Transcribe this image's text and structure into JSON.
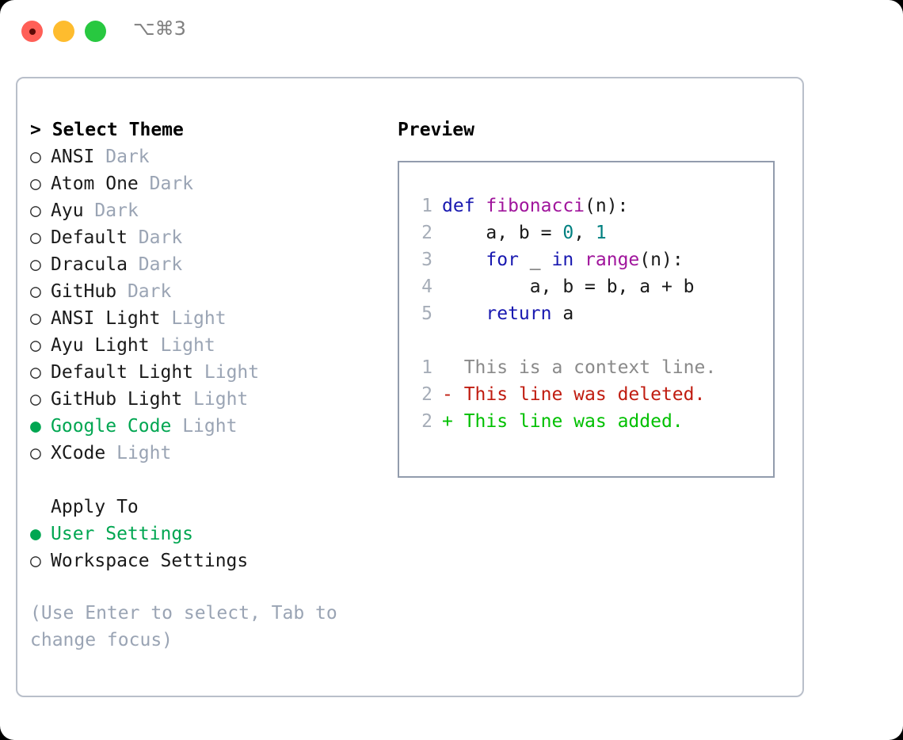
{
  "window": {
    "shortcut": "⌥⌘3",
    "traffic_lights": [
      {
        "name": "close-button",
        "color": "#ff5f57"
      },
      {
        "name": "minimize-button",
        "color": "#febc2e"
      },
      {
        "name": "maximize-button",
        "color": "#28c840"
      }
    ]
  },
  "theme_panel": {
    "heading": "> Select Theme",
    "bullet_unselected": "○",
    "bullet_selected": "●",
    "items": [
      {
        "bullet": "○",
        "name": "ANSI",
        "tag": "Dark",
        "selected": false
      },
      {
        "bullet": "○",
        "name": "Atom One",
        "tag": "Dark",
        "selected": false
      },
      {
        "bullet": "○",
        "name": "Ayu",
        "tag": "Dark",
        "selected": false
      },
      {
        "bullet": "○",
        "name": "Default",
        "tag": "Dark",
        "selected": false
      },
      {
        "bullet": "○",
        "name": "Dracula",
        "tag": "Dark",
        "selected": false
      },
      {
        "bullet": "○",
        "name": "GitHub",
        "tag": "Dark",
        "selected": false
      },
      {
        "bullet": "○",
        "name": "ANSI Light",
        "tag": "Light",
        "selected": false
      },
      {
        "bullet": "○",
        "name": "Ayu Light",
        "tag": "Light",
        "selected": false
      },
      {
        "bullet": "○",
        "name": "Default Light",
        "tag": "Light",
        "selected": false
      },
      {
        "bullet": "○",
        "name": "GitHub Light",
        "tag": "Light",
        "selected": false
      },
      {
        "bullet": "●",
        "name": "Google Code",
        "tag": "Light",
        "selected": true
      },
      {
        "bullet": "○",
        "name": "XCode",
        "tag": "Light",
        "selected": false
      }
    ]
  },
  "apply_to": {
    "heading": "Apply To",
    "options": [
      {
        "bullet": "●",
        "label": "User Settings",
        "selected": true
      },
      {
        "bullet": "○",
        "label": "Workspace Settings",
        "selected": false
      }
    ]
  },
  "hint": "(Use Enter to select, Tab to change focus)",
  "preview": {
    "heading": "Preview",
    "code_lines": [
      {
        "ln": "1",
        "tokens": [
          {
            "t": "def ",
            "c": "kw"
          },
          {
            "t": "fibonacci",
            "c": "fn"
          },
          {
            "t": "(n):",
            "c": "pl"
          }
        ]
      },
      {
        "ln": "2",
        "tokens": [
          {
            "t": "    a, b = ",
            "c": "pl"
          },
          {
            "t": "0",
            "c": "num"
          },
          {
            "t": ", ",
            "c": "pl"
          },
          {
            "t": "1",
            "c": "num"
          }
        ]
      },
      {
        "ln": "3",
        "tokens": [
          {
            "t": "    ",
            "c": "pl"
          },
          {
            "t": "for",
            "c": "kw"
          },
          {
            "t": " _ ",
            "c": "pl"
          },
          {
            "t": "in",
            "c": "kw"
          },
          {
            "t": " ",
            "c": "pl"
          },
          {
            "t": "range",
            "c": "fn"
          },
          {
            "t": "(n):",
            "c": "pl"
          }
        ]
      },
      {
        "ln": "4",
        "tokens": [
          {
            "t": "        a, b = b, a + b",
            "c": "pl"
          }
        ]
      },
      {
        "ln": "5",
        "tokens": [
          {
            "t": "    ",
            "c": "pl"
          },
          {
            "t": "return",
            "c": "kw"
          },
          {
            "t": " a",
            "c": "pl"
          }
        ]
      }
    ],
    "diff_lines": [
      {
        "ln": "1",
        "marker": "  ",
        "text": "This is a context line.",
        "kind": "diff-ctx"
      },
      {
        "ln": "2",
        "marker": "- ",
        "text": "This line was deleted.",
        "kind": "diff-del"
      },
      {
        "ln": "2",
        "marker": "+ ",
        "text": "This line was added.",
        "kind": "diff-add"
      }
    ]
  },
  "colors": {
    "accent_green": "#00a651",
    "tag_gray": "#9aa4b4",
    "border": "#b9bfca",
    "preview_border": "#929cad",
    "keyword": "#1818b0",
    "function": "#a0159c",
    "number": "#008080",
    "diff_added": "#00c000",
    "diff_deleted": "#c01c10",
    "diff_context": "#8a8a8a"
  }
}
